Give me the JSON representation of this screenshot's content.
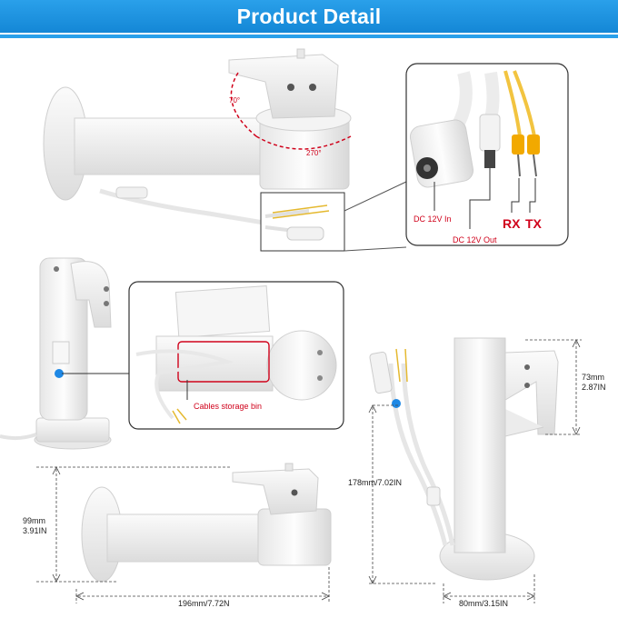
{
  "header": {
    "title": "Product Detail"
  },
  "rotation": {
    "tilt": "70°",
    "pan": "270°"
  },
  "connector": {
    "dc_in": "DC 12V In",
    "dc_out": "DC 12V Out",
    "rx": "RX",
    "tx": "TX"
  },
  "storage": {
    "label": "Cables storage bin"
  },
  "dimensions": {
    "height_front": "99mm\n3.91IN",
    "width_front": "196mm/7.72N",
    "height_side": "73mm\n2.87IN",
    "cable_length": "178mm/7.02IN",
    "base_width": "80mm/3.15IN"
  },
  "colors": {
    "banner": "#1a8fe0",
    "accent_red": "#d0021b",
    "accent_blue": "#1e88e5"
  }
}
